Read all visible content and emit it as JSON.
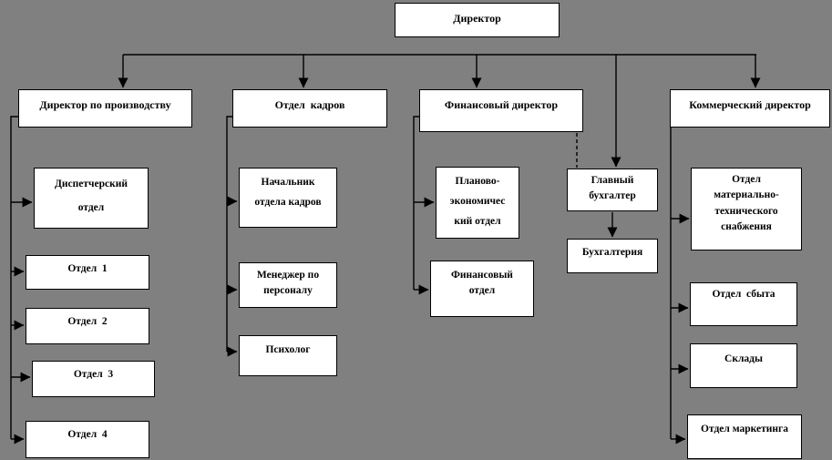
{
  "colors": {
    "canvas_background": "#808080",
    "box_background": "#ffffff",
    "line_color": "#000000",
    "text_color": "#000000"
  },
  "nodes": {
    "director": {
      "label": "Директор"
    },
    "production_director": {
      "label": "Директор по производству"
    },
    "hr_department": {
      "label": "Отдел  кадров"
    },
    "financial_director": {
      "label": "Финансовый директор"
    },
    "commercial_director": {
      "label": "Коммерческий директор"
    },
    "dispatch_department": {
      "label": "Диспетчерский\nотдел"
    },
    "department_1": {
      "label": "Отдел  1"
    },
    "department_2": {
      "label": "Отдел  2"
    },
    "department_3": {
      "label": "Отдел  3"
    },
    "department_4": {
      "label": "Отдел  4"
    },
    "hr_head": {
      "label": "Начальник\nотдела кадров"
    },
    "hr_manager": {
      "label": "Менеджер по\nперсоналу"
    },
    "psychologist": {
      "label": "Психолог"
    },
    "planning_economic_department": {
      "label": "Планово-\nэкономичес\nкий отдел"
    },
    "financial_department": {
      "label": "Финансовый\nотдел"
    },
    "chief_accountant": {
      "label": "Главный\nбухгалтер"
    },
    "accounting": {
      "label": "Бухгалтерия"
    },
    "material_supply_department": {
      "label": "Отдел\nматериально-\nтехнического\nснабжения"
    },
    "sales_department": {
      "label": "Отдел  сбыта"
    },
    "warehouses": {
      "label": "Склады"
    },
    "marketing_department": {
      "label": "Отдел маркетинга"
    }
  },
  "edges": [
    {
      "from": "director",
      "to": "production_director",
      "style": "solid-arrow"
    },
    {
      "from": "director",
      "to": "hr_department",
      "style": "solid-arrow"
    },
    {
      "from": "director",
      "to": "financial_director",
      "style": "solid-arrow"
    },
    {
      "from": "director",
      "to": "chief_accountant",
      "style": "solid-arrow"
    },
    {
      "from": "director",
      "to": "commercial_director",
      "style": "solid-arrow"
    },
    {
      "from": "financial_director",
      "to": "chief_accountant",
      "style": "dashed"
    },
    {
      "from": "chief_accountant",
      "to": "accounting",
      "style": "solid-arrow"
    },
    {
      "from": "production_director",
      "to": "dispatch_department",
      "style": "solid-arrow"
    },
    {
      "from": "production_director",
      "to": "department_1",
      "style": "solid-arrow"
    },
    {
      "from": "production_director",
      "to": "department_2",
      "style": "solid-arrow"
    },
    {
      "from": "production_director",
      "to": "department_3",
      "style": "solid-arrow"
    },
    {
      "from": "production_director",
      "to": "department_4",
      "style": "solid-arrow"
    },
    {
      "from": "hr_department",
      "to": "hr_head",
      "style": "solid-arrow"
    },
    {
      "from": "hr_department",
      "to": "hr_manager",
      "style": "solid-arrow"
    },
    {
      "from": "hr_department",
      "to": "psychologist",
      "style": "solid-arrow"
    },
    {
      "from": "financial_director",
      "to": "planning_economic_department",
      "style": "solid-arrow"
    },
    {
      "from": "financial_director",
      "to": "financial_department",
      "style": "solid-arrow"
    },
    {
      "from": "commercial_director",
      "to": "material_supply_department",
      "style": "solid-arrow"
    },
    {
      "from": "commercial_director",
      "to": "sales_department",
      "style": "solid-arrow"
    },
    {
      "from": "commercial_director",
      "to": "warehouses",
      "style": "solid-arrow"
    },
    {
      "from": "commercial_director",
      "to": "marketing_department",
      "style": "solid-arrow"
    }
  ]
}
